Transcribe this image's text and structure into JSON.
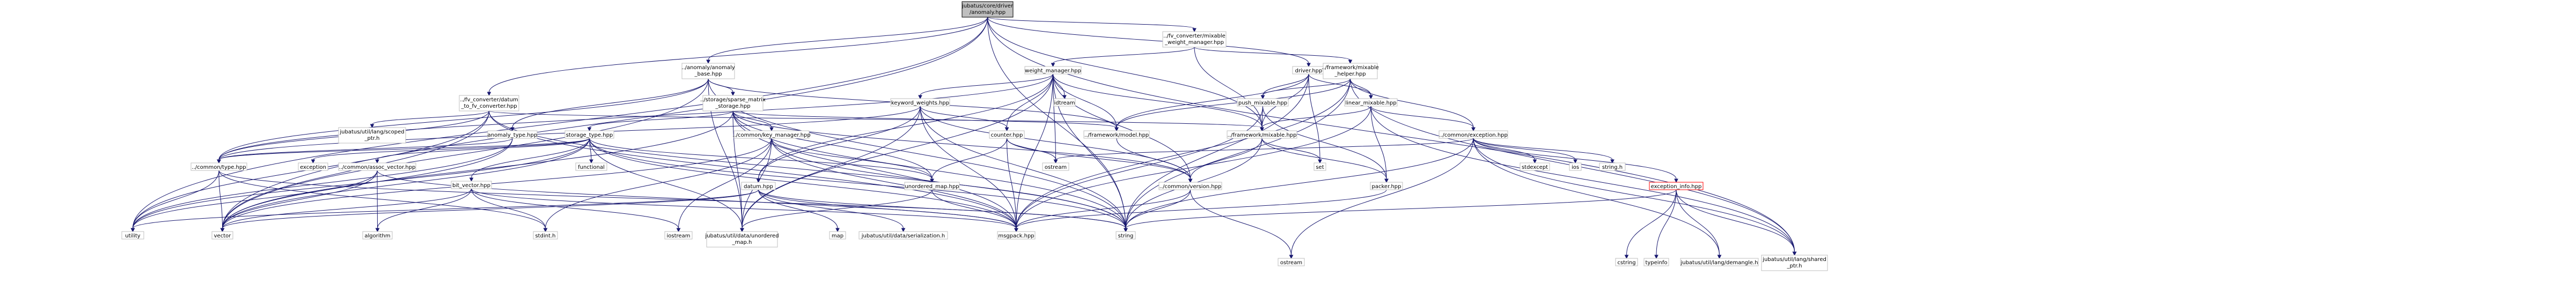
{
  "diagram": {
    "nodes": [
      {
        "id": "jubatus/core/driver/anomaly.hpp",
        "lines": [
          "jubatus/core/driver",
          "/anomaly.hpp"
        ],
        "root": true
      },
      {
        "id": "../anomaly/anomaly_base.hpp",
        "lines": [
          "../anomaly/anomaly",
          "_base.hpp"
        ]
      },
      {
        "id": "../fv_converter/mixable_weight_manager.hpp",
        "lines": [
          "../fv_converter/mixable",
          "_weight_manager.hpp"
        ]
      },
      {
        "id": "driver.hpp",
        "lines": [
          "driver.hpp"
        ]
      },
      {
        "id": "../framework/mixable_helper.hpp",
        "lines": [
          "../framework/mixable",
          "_helper.hpp"
        ]
      },
      {
        "id": "weight_manager.hpp",
        "lines": [
          "weight_manager.hpp"
        ]
      },
      {
        "id": "../fv_converter/datum_to_fv_converter.hpp",
        "lines": [
          "../fv_converter/datum",
          "_to_fv_converter.hpp"
        ]
      },
      {
        "id": "../storage/sparse_matrix_storage.hpp",
        "lines": [
          "../storage/sparse_matrix",
          "_storage.hpp"
        ]
      },
      {
        "id": "keyword_weights.hpp",
        "lines": [
          "keyword_weights.hpp"
        ]
      },
      {
        "id": "idtream",
        "lines": [
          "idtream"
        ]
      },
      {
        "id": "push_mixable.hpp",
        "lines": [
          "push_mixable.hpp"
        ]
      },
      {
        "id": "linear_mixable.hpp",
        "lines": [
          "linear_mixable.hpp"
        ]
      },
      {
        "id": "jubatus/util/lang/scoped_ptr.h",
        "lines": [
          "jubatus/util/lang/scoped",
          "_ptr.h"
        ]
      },
      {
        "id": "anomaly_type.hpp",
        "lines": [
          "anomaly_type.hpp"
        ]
      },
      {
        "id": "storage_type.hpp",
        "lines": [
          "storage_type.hpp"
        ]
      },
      {
        "id": "../common/key_manager.hpp",
        "lines": [
          "../common/key_manager.hpp"
        ]
      },
      {
        "id": "counter.hpp",
        "lines": [
          "counter.hpp"
        ]
      },
      {
        "id": "../framework/model.hpp",
        "lines": [
          "../framework/model.hpp"
        ]
      },
      {
        "id": "../framework/mixable.hpp",
        "lines": [
          "../framework/mixable.hpp"
        ]
      },
      {
        "id": "../common/exception.hpp",
        "lines": [
          "../common/exception.hpp"
        ]
      },
      {
        "id": "../common/type.hpp",
        "lines": [
          "../common/type.hpp"
        ]
      },
      {
        "id": "exception",
        "lines": [
          "exception"
        ]
      },
      {
        "id": "../common/assoc_vector.hpp",
        "lines": [
          "../common/assoc_vector.hpp"
        ]
      },
      {
        "id": "functional",
        "lines": [
          "functional"
        ]
      },
      {
        "id": "bit_vector.hpp",
        "lines": [
          "bit_vector.hpp"
        ]
      },
      {
        "id": "datum.hpp",
        "lines": [
          "datum.hpp"
        ]
      },
      {
        "id": "unordered_map.hpp",
        "lines": [
          "unordered_map.hpp"
        ]
      },
      {
        "id": "../common/version.hpp",
        "lines": [
          "../common/version.hpp"
        ]
      },
      {
        "id": "ostream",
        "lines": [
          "ostream"
        ]
      },
      {
        "id": "set",
        "lines": [
          "set"
        ]
      },
      {
        "id": "packer.hpp",
        "lines": [
          "packer.hpp"
        ]
      },
      {
        "id": "stdexcept",
        "lines": [
          "stdexcept"
        ]
      },
      {
        "id": "ios",
        "lines": [
          "ios"
        ]
      },
      {
        "id": "string.h",
        "lines": [
          "string.h"
        ]
      },
      {
        "id": "exception_info.hpp",
        "lines": [
          "exception_info.hpp"
        ],
        "red": true
      },
      {
        "id": "utility",
        "lines": [
          "utility"
        ]
      },
      {
        "id": "vector",
        "lines": [
          "vector"
        ]
      },
      {
        "id": "algorithm",
        "lines": [
          "algorithm"
        ]
      },
      {
        "id": "stdint.h",
        "lines": [
          "stdint.h"
        ]
      },
      {
        "id": "iostream",
        "lines": [
          "iostream"
        ]
      },
      {
        "id": "jubatus/util/data/unordered_map.h",
        "lines": [
          "jubatus/util/data/unordered",
          "_map.h"
        ]
      },
      {
        "id": "map",
        "lines": [
          "map"
        ]
      },
      {
        "id": "jubatus/util/data/serialization.h",
        "lines": [
          "jubatus/util/data/serialization.h"
        ]
      },
      {
        "id": "msgpack.hpp",
        "lines": [
          "msgpack.hpp"
        ]
      },
      {
        "id": "string",
        "lines": [
          "string"
        ]
      },
      {
        "id": "ostream2",
        "lines": [
          "ostream"
        ]
      },
      {
        "id": "cstring",
        "lines": [
          "cstring"
        ]
      },
      {
        "id": "typeinfo",
        "lines": [
          "typeinfo"
        ]
      },
      {
        "id": "jubatus/util/lang/demangle.h",
        "lines": [
          "jubatus/util/lang/demangle.h"
        ]
      },
      {
        "id": "jubatus/util/lang/shared_ptr.h",
        "lines": [
          "jubatus/util/lang/shared",
          "_ptr.h"
        ]
      }
    ]
  }
}
